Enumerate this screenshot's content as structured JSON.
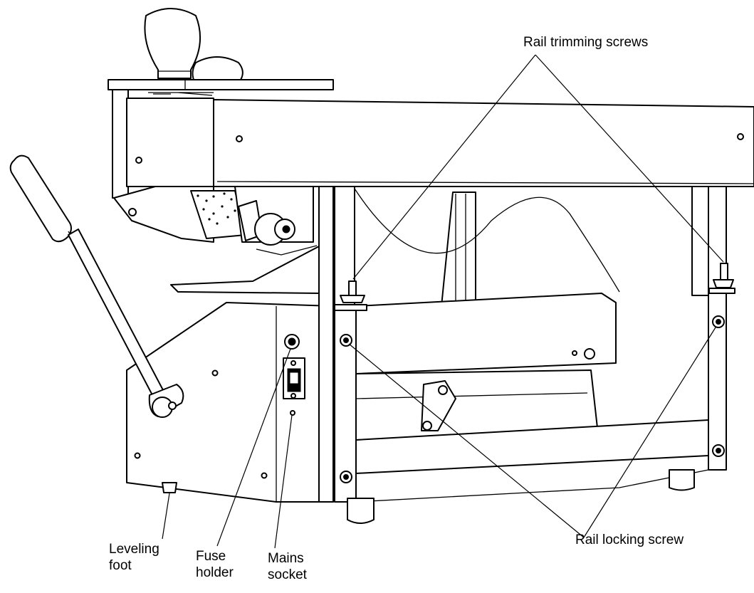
{
  "labels": {
    "rail_trimming_screws": "Rail trimming screws",
    "rail_locking_screw": "Rail locking screw",
    "leveling_foot": [
      "Leveling",
      "foot"
    ],
    "fuse_holder": [
      "Fuse",
      "holder"
    ],
    "mains_socket": [
      "Mains",
      "socket"
    ]
  },
  "colors": {
    "line": "#000000",
    "background": "#ffffff"
  }
}
